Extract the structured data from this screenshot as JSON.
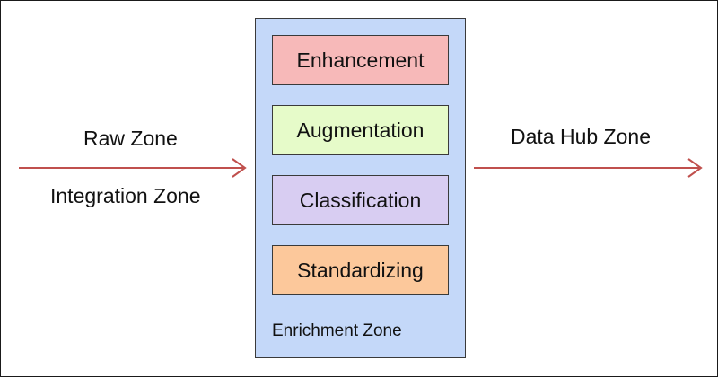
{
  "left_labels": [
    "Raw Zone",
    "Integration Zone"
  ],
  "right_label": "Data Hub Zone",
  "enrichment": {
    "caption": "Enrichment Zone",
    "stages": [
      {
        "label": "Enhancement",
        "color": "#f7b9b9"
      },
      {
        "label": "Augmentation",
        "color": "#e6fbc9"
      },
      {
        "label": "Classification",
        "color": "#d8cdf2"
      },
      {
        "label": "Standardizing",
        "color": "#fcc89b"
      }
    ]
  },
  "colors": {
    "arrow": "#c0504d",
    "container": "#c4d8f9"
  }
}
